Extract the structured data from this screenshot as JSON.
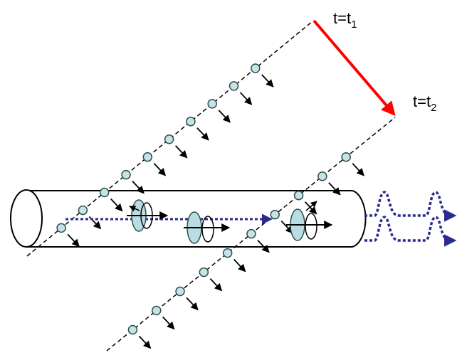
{
  "labels": {
    "t1": {
      "text": "t=t",
      "sub": "1"
    },
    "t2": {
      "text": "t=t",
      "sub": "2"
    }
  },
  "colors": {
    "wavefront": "#000000",
    "particle_fill": "#c6e3e6",
    "particle_stroke": "#2f4f4f",
    "time_arrow": "#ff0000",
    "beam": "#2b2b8f",
    "spin_fill": "#b9dde2",
    "tube_stroke": "#000000"
  },
  "elements": {
    "wavefronts": 2,
    "particles_front_t1": 10,
    "particles_front_t2": 10,
    "spin_precessions": 3,
    "output_pulses": 2
  }
}
